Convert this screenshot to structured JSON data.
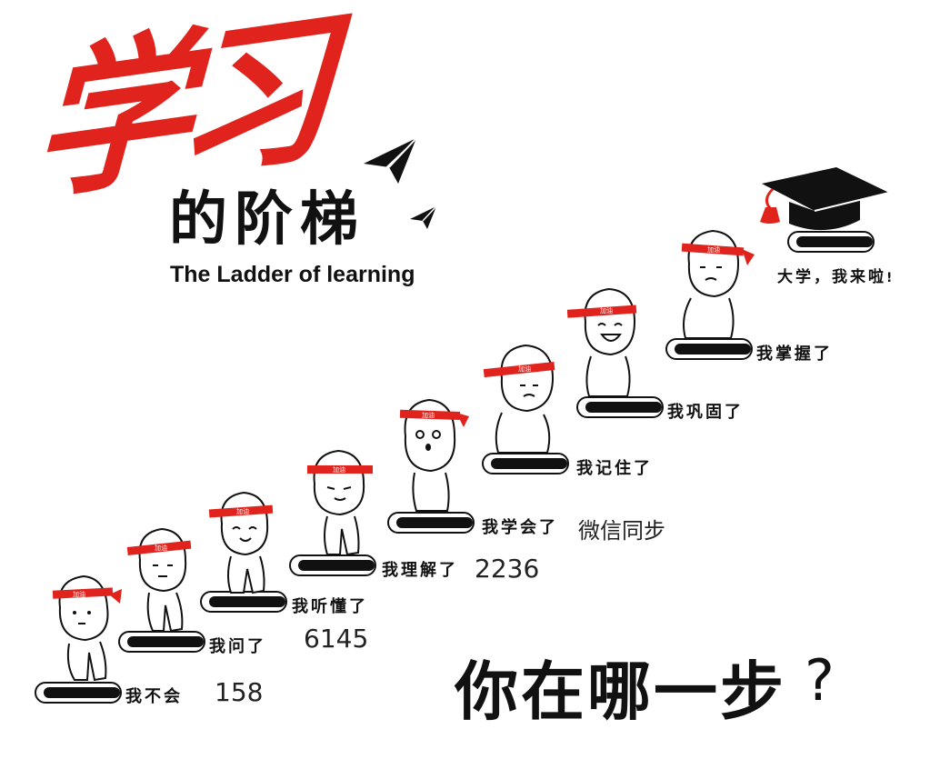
{
  "title": {
    "cn_main": "学习",
    "cn_sub": "的阶梯",
    "en": "The Ladder of learning"
  },
  "steps": [
    {
      "label": "我不会",
      "count": "158"
    },
    {
      "label": "我问了",
      "count": "6145"
    },
    {
      "label": "我听懂了",
      "count": ""
    },
    {
      "label": "我理解了",
      "count": "2236"
    },
    {
      "label": "我学会了",
      "count": ""
    },
    {
      "label": "我记住了",
      "count": ""
    },
    {
      "label": "我巩固了",
      "count": ""
    },
    {
      "label": "我掌握了",
      "count": ""
    }
  ],
  "headband_text": "加油",
  "top_label": "大学，我来啦",
  "top_exclaim": "!",
  "wechat": "微信同步",
  "question": "你在哪一步",
  "question_mark": "?",
  "icons": [
    "paper-plane-icon",
    "graduation-cap-icon"
  ],
  "colors": {
    "accent": "#e0231d",
    "ink": "#111111"
  }
}
